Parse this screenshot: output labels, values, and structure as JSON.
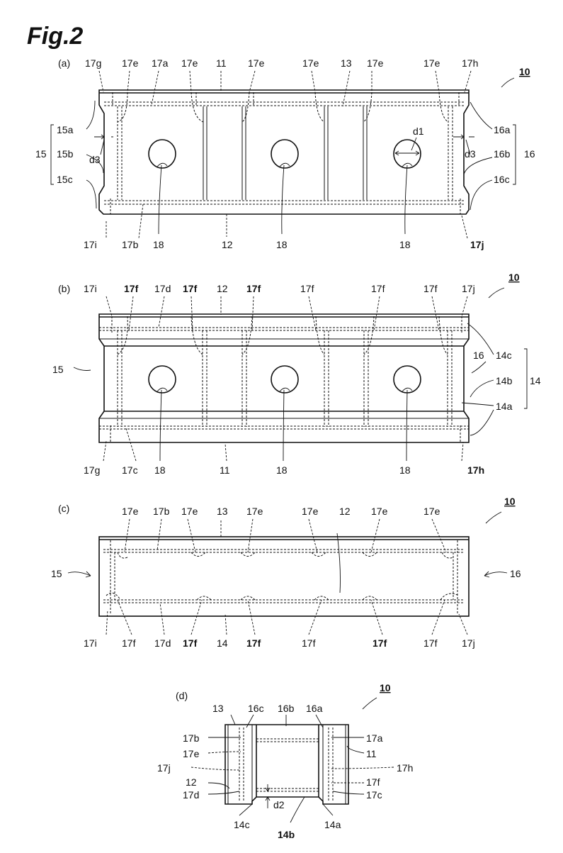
{
  "figure_title": "Fig.2",
  "panels": {
    "a": {
      "tag": "(a)",
      "ref": "10",
      "labels": {
        "17g": "17g",
        "17e": "17e",
        "17a": "17a",
        "11": "11",
        "13": "13",
        "17h": "17h",
        "15": "15",
        "15a": "15a",
        "15b": "15b",
        "15c": "15c",
        "d3": "d3",
        "16": "16",
        "16a": "16a",
        "16b": "16b",
        "16c": "16c",
        "d1": "d1",
        "17i": "17i",
        "17b": "17b",
        "18": "18",
        "12": "12",
        "17j": "17j"
      }
    },
    "b": {
      "tag": "(b)",
      "ref": "10",
      "labels": {
        "17i": "17i",
        "17f": "17f",
        "17d": "17d",
        "12": "12",
        "17j": "17j",
        "15": "15",
        "16": "16",
        "14": "14",
        "14a": "14a",
        "14b": "14b",
        "14c": "14c",
        "17g": "17g",
        "17c": "17c",
        "18": "18",
        "11": "11",
        "17h": "17h"
      }
    },
    "c": {
      "tag": "(c)",
      "ref": "10",
      "labels": {
        "17e": "17e",
        "17b": "17b",
        "13": "13",
        "12": "12",
        "15": "15",
        "16": "16",
        "17i": "17i",
        "17f": "17f",
        "17d": "17d",
        "14": "14",
        "17j": "17j"
      }
    },
    "d": {
      "tag": "(d)",
      "ref": "10",
      "labels": {
        "13": "13",
        "16c": "16c",
        "16b": "16b",
        "16a": "16a",
        "17b": "17b",
        "17e": "17e",
        "17j": "17j",
        "12": "12",
        "17d": "17d",
        "17a": "17a",
        "11": "11",
        "17h": "17h",
        "17f": "17f",
        "17c": "17c",
        "d2": "d2",
        "14c": "14c",
        "14b": "14b",
        "14a": "14a"
      }
    }
  }
}
